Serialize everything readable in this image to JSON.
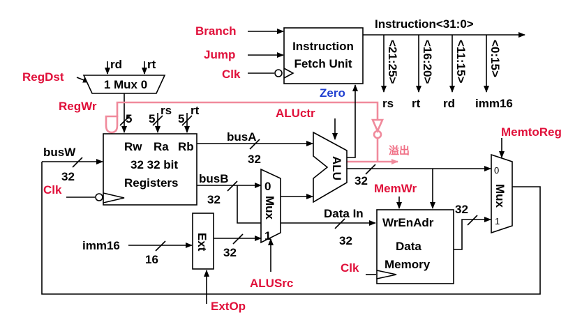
{
  "control": {
    "branch": "Branch",
    "jump": "Jump",
    "clk": "Clk",
    "regdst": "RegDst",
    "regwr": "RegWr",
    "aluctr": "ALUctr",
    "memwr": "MemWr",
    "memtoreg": "MemtoReg",
    "alusrc": "ALUSrc",
    "extop": "ExtOp",
    "zero": "Zero",
    "overflow": "溢出"
  },
  "ifu": {
    "line1": "Instruction",
    "line2": "Fetch Unit"
  },
  "instruction": {
    "label": "Instruction<31:0>",
    "fields": [
      "<21:25>",
      "<16:20>",
      "<11:15>",
      "<0:15>"
    ],
    "names": [
      "rs",
      "rt",
      "rd",
      "imm16"
    ]
  },
  "mux_top": {
    "in_rd": "rd",
    "in_rt": "rt",
    "label": "1 Mux 0"
  },
  "regfile": {
    "ports": [
      "Rw",
      "Ra",
      "Rb"
    ],
    "line2": "32 32 bit",
    "line3": "Registers",
    "top_labels": [
      "5",
      "5",
      "rs",
      "5",
      "rt"
    ]
  },
  "buses": {
    "busA": "busA",
    "busB": "busB",
    "busW": "busW",
    "w32": "32",
    "w16": "16",
    "imm16": "imm16",
    "datain": "Data In"
  },
  "alu": {
    "label": "ALU"
  },
  "alu_mux": {
    "in0": "0",
    "mux": "Mux",
    "in1": "1"
  },
  "ext": {
    "label": "Ext"
  },
  "dmem": {
    "ports": "WrEnAdr",
    "line2": "Data",
    "line3": "Memory"
  },
  "out_mux": {
    "in0": "0",
    "mux": "Mux",
    "in1": "1"
  }
}
